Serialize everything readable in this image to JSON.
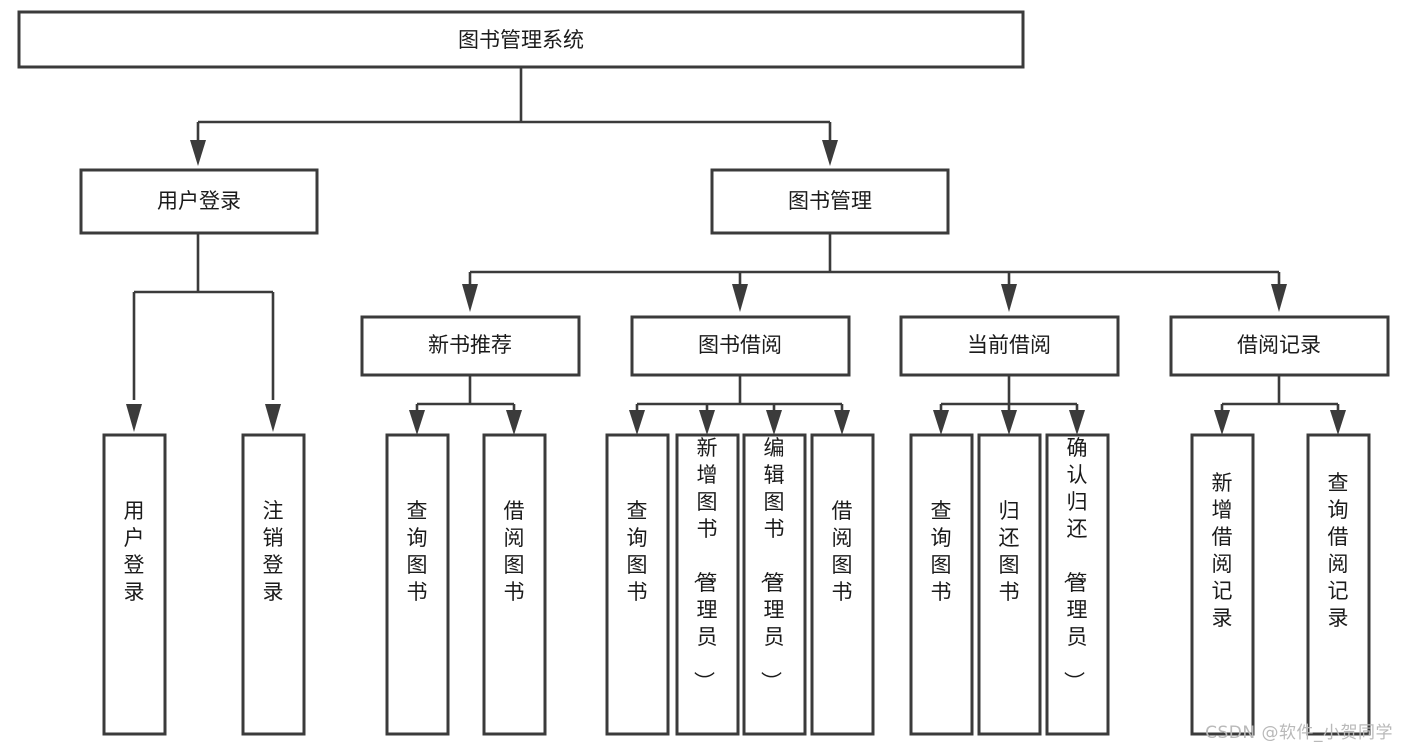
{
  "page": {
    "title": "图书管理系统 系统功能结构图",
    "watermark": "CSDN @软件_小贺同学",
    "background_color": "#ffffff",
    "line_color": "#3b3b3b",
    "text_color": "#1b1b1b",
    "watermark_color": "#b9b9b9"
  },
  "chart_data": {
    "type": "diagram",
    "diagram_type": "tree-hierarchy",
    "title": "图书管理系统",
    "orientation": "top-down",
    "levels": 4,
    "nodes": [
      {
        "id": "root",
        "label": "图书管理系统",
        "level": 0,
        "parent": null,
        "orientation": "horizontal"
      },
      {
        "id": "login",
        "label": "用户登录",
        "level": 1,
        "parent": "root",
        "orientation": "horizontal"
      },
      {
        "id": "bookmgr",
        "label": "图书管理",
        "level": 1,
        "parent": "root",
        "orientation": "horizontal"
      },
      {
        "id": "newbook",
        "label": "新书推荐",
        "level": 2,
        "parent": "bookmgr",
        "orientation": "horizontal"
      },
      {
        "id": "borrow",
        "label": "图书借阅",
        "level": 2,
        "parent": "bookmgr",
        "orientation": "horizontal"
      },
      {
        "id": "current",
        "label": "当前借阅",
        "level": 2,
        "parent": "bookmgr",
        "orientation": "horizontal"
      },
      {
        "id": "records",
        "label": "借阅记录",
        "level": 2,
        "parent": "bookmgr",
        "orientation": "horizontal"
      },
      {
        "id": "leaf1",
        "label": "用户登录",
        "level": 3,
        "parent": "login",
        "orientation": "vertical"
      },
      {
        "id": "leaf2",
        "label": "注销登录",
        "level": 3,
        "parent": "login",
        "orientation": "vertical"
      },
      {
        "id": "leaf3",
        "label": "查询图书",
        "level": 3,
        "parent": "newbook",
        "orientation": "vertical"
      },
      {
        "id": "leaf4",
        "label": "借阅图书",
        "level": 3,
        "parent": "newbook",
        "orientation": "vertical"
      },
      {
        "id": "leaf5",
        "label": "查询图书",
        "level": 3,
        "parent": "borrow",
        "orientation": "vertical"
      },
      {
        "id": "leaf6",
        "label": "新增图书（管理员）",
        "level": 3,
        "parent": "borrow",
        "orientation": "vertical"
      },
      {
        "id": "leaf7",
        "label": "编辑图书（管理员）",
        "level": 3,
        "parent": "borrow",
        "orientation": "vertical"
      },
      {
        "id": "leaf8",
        "label": "借阅图书",
        "level": 3,
        "parent": "borrow",
        "orientation": "vertical"
      },
      {
        "id": "leaf9",
        "label": "查询图书",
        "level": 3,
        "parent": "current",
        "orientation": "vertical"
      },
      {
        "id": "leaf10",
        "label": "归还图书",
        "level": 3,
        "parent": "current",
        "orientation": "vertical"
      },
      {
        "id": "leaf11",
        "label": "确认归还（管理员）",
        "level": 3,
        "parent": "current",
        "orientation": "vertical"
      },
      {
        "id": "leaf12",
        "label": "新增借阅记录",
        "level": 3,
        "parent": "records",
        "orientation": "vertical"
      },
      {
        "id": "leaf13",
        "label": "查询借阅记录",
        "level": 3,
        "parent": "records",
        "orientation": "vertical"
      }
    ]
  }
}
